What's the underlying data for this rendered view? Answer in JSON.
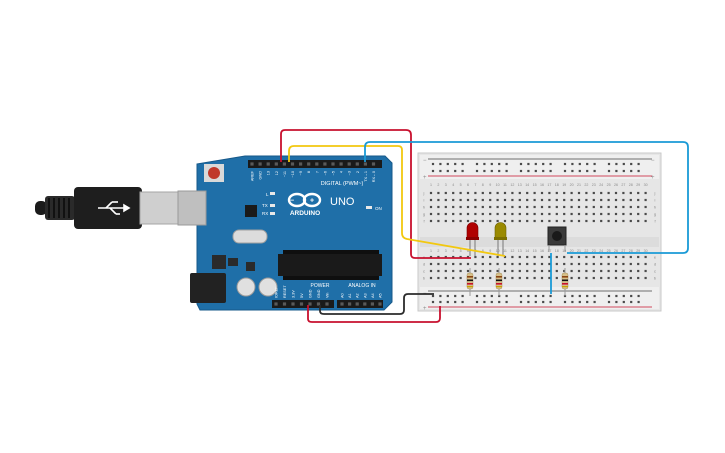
{
  "board": {
    "brand": "ARDUINO",
    "model": "UNO",
    "digital_label": "DIGITAL (PWM~)",
    "power_label": "POWER",
    "analog_label": "ANALOG IN",
    "on_label": "ON",
    "tx_label": "TX",
    "rx_label": "RX",
    "l_label": "L",
    "digital_pins": [
      "AREF",
      "GND",
      "13",
      "12",
      "~11",
      "~10",
      "~9",
      "8",
      "7",
      "~6",
      "~5",
      "4",
      "~3",
      "2",
      "TX→1",
      "RX←0"
    ],
    "power_pins": [
      "IOREF",
      "RESET",
      "3.3V",
      "5V",
      "GND",
      "GND",
      "Vin"
    ],
    "analog_pins": [
      "A0",
      "A1",
      "A2",
      "A3",
      "A4",
      "A5"
    ]
  },
  "breadboard": {
    "columns": [
      "1",
      "2",
      "3",
      "4",
      "5",
      "6",
      "7",
      "8",
      "9",
      "10",
      "11",
      "12",
      "13",
      "14",
      "15",
      "16",
      "17",
      "18",
      "19",
      "20",
      "21",
      "22",
      "23",
      "24",
      "25",
      "26",
      "27",
      "28",
      "29",
      "30"
    ],
    "rows_top": [
      "j",
      "i",
      "h",
      "g",
      "f"
    ],
    "rows_bottom": [
      "e",
      "d",
      "c",
      "b",
      "a"
    ],
    "rail_minus": "−",
    "rail_plus": "+"
  },
  "colors": {
    "wire_red": "#c8102e",
    "wire_yellow": "#f2c80f",
    "wire_blue": "#1a9ad6",
    "wire_black": "#2b2b2b",
    "pcb": "#1f6fa8",
    "led_red": "#b00000",
    "led_yellow": "#9a8a00"
  }
}
